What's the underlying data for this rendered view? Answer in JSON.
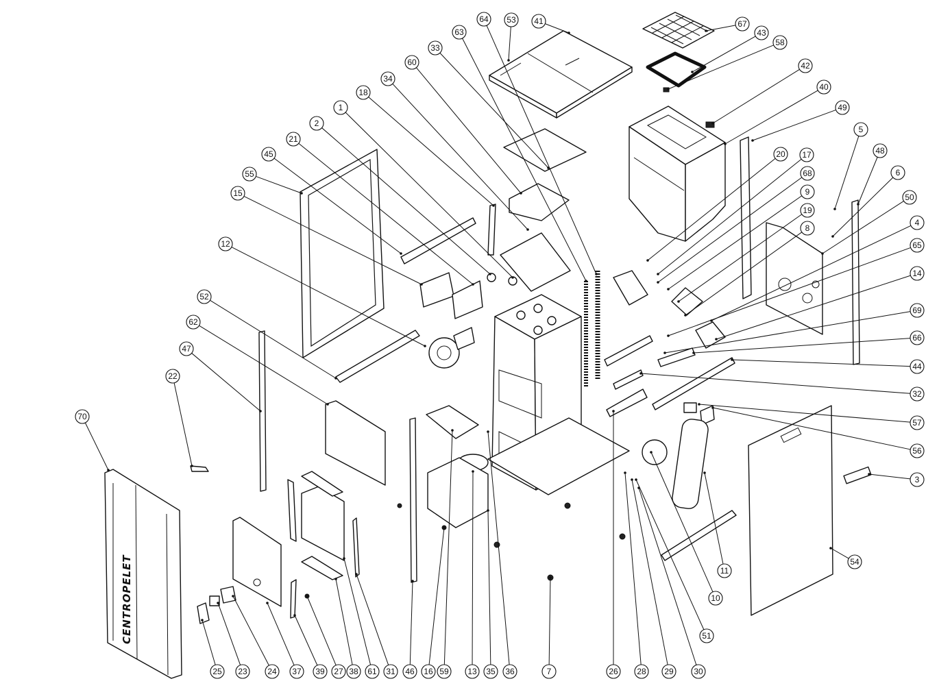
{
  "diagram": {
    "type": "exploded parts view",
    "brand_lettering": "CENTROPELET",
    "callouts": [
      "64",
      "53",
      "41",
      "67",
      "43",
      "58",
      "63",
      "33",
      "60",
      "34",
      "18",
      "1",
      "2",
      "21",
      "45",
      "55",
      "15",
      "12",
      "52",
      "62",
      "47",
      "22",
      "70",
      "42",
      "40",
      "49",
      "5",
      "20",
      "17",
      "48",
      "68",
      "6",
      "9",
      "50",
      "19",
      "8",
      "4",
      "65",
      "14",
      "69",
      "66",
      "44",
      "32",
      "57",
      "56",
      "3",
      "54",
      "11",
      "10",
      "51",
      "25",
      "23",
      "24",
      "37",
      "39",
      "27",
      "38",
      "61",
      "31",
      "46",
      "16",
      "59",
      "13",
      "35",
      "36",
      "7",
      "26",
      "28",
      "29",
      "30"
    ]
  }
}
